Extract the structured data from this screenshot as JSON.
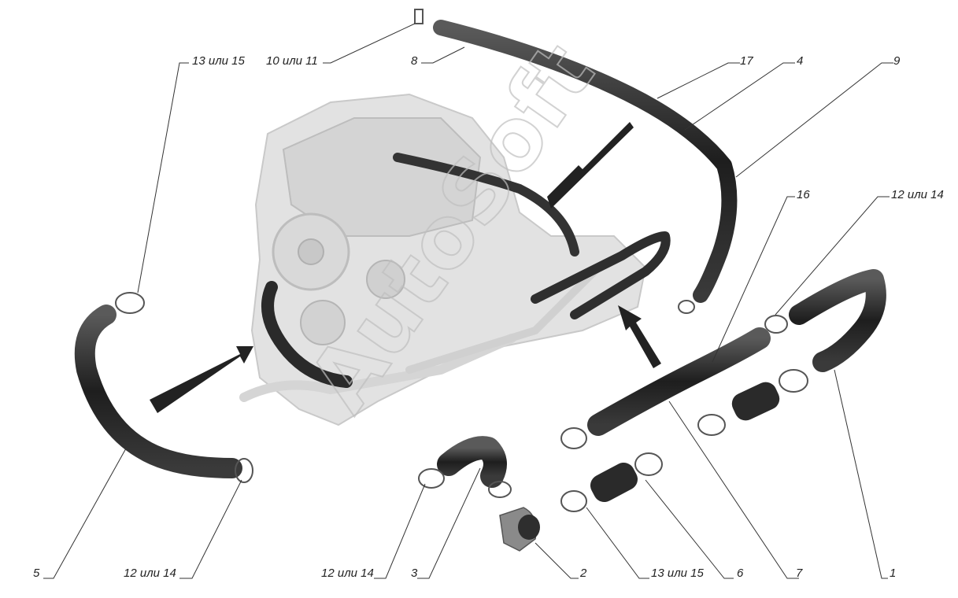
{
  "diagram": {
    "watermark": "AutoSoft",
    "callouts": [
      {
        "id": "c5",
        "text": "5"
      },
      {
        "id": "c12a",
        "text": "12 или 14"
      },
      {
        "id": "c12b",
        "text": "12 или 14"
      },
      {
        "id": "c3",
        "text": "3"
      },
      {
        "id": "c2",
        "text": "2"
      },
      {
        "id": "c13b",
        "text": "13 или 15"
      },
      {
        "id": "c6",
        "text": "6"
      },
      {
        "id": "c7",
        "text": "7"
      },
      {
        "id": "c1",
        "text": "1"
      },
      {
        "id": "c13a",
        "text": "13 или 15"
      },
      {
        "id": "c10",
        "text": "10 или 11"
      },
      {
        "id": "c8",
        "text": "8"
      },
      {
        "id": "c17",
        "text": "17"
      },
      {
        "id": "c4",
        "text": "4"
      },
      {
        "id": "c9",
        "text": "9"
      },
      {
        "id": "c16",
        "text": "16"
      },
      {
        "id": "c12c",
        "text": "12 или 14"
      }
    ]
  },
  "colors": {
    "hose": "#2b2b2b",
    "engine": "#d6d6d6",
    "arrow": "#222222"
  }
}
